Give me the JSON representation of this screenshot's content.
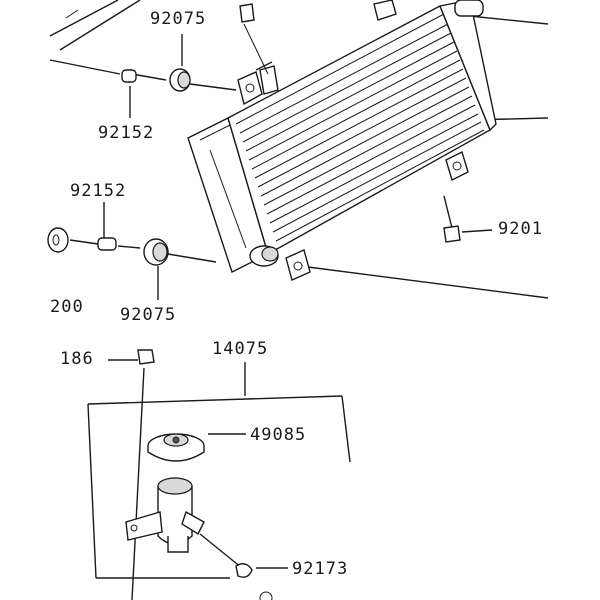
{
  "diagram": {
    "labels": {
      "washer_top": "92075",
      "collar_top": "92152",
      "collar_mid": "92152",
      "clip_right": "9201",
      "bolt_left": "200",
      "washer_mid": "92075",
      "bolt_bottom": "186",
      "assembly": "14075",
      "cap": "49085",
      "clamp": "92173"
    },
    "icons": {
      "radiator": "radiator-icon",
      "cap": "radiator-cap-icon",
      "reservoir": "filler-neck-icon",
      "clamp": "hose-clamp-icon",
      "bolt": "bolt-icon"
    }
  }
}
